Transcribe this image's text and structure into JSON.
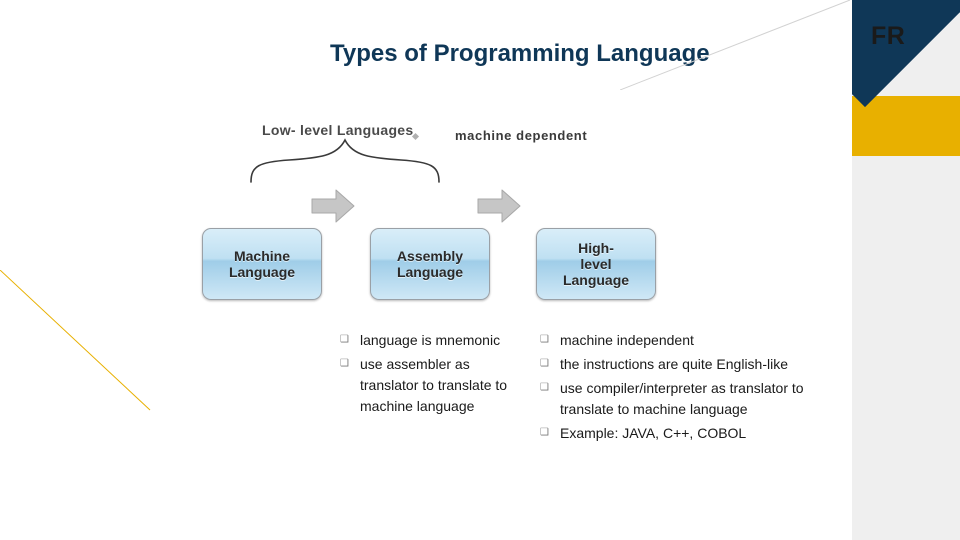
{
  "slide": {
    "title": "Types of Programming Language",
    "brand_label": "FR"
  },
  "diagram": {
    "group_label": "Low- level Languages",
    "group_note": "machine dependent",
    "boxes": [
      {
        "name": "machine-language",
        "label": "Machine\nLanguage"
      },
      {
        "name": "assembly-language",
        "label": "Assembly\nLanguage"
      },
      {
        "name": "high-level-language",
        "label": "High-\nlevel\nLanguage"
      }
    ],
    "arrows": [
      "arrow-right-1",
      "arrow-right-2"
    ]
  },
  "bullets": {
    "left_column": [
      "language is mnemonic",
      "use assembler as translator to translate to machine language"
    ],
    "right_column": [
      "machine independent",
      "the instructions are quite English-like",
      "use compiler/interpreter as translator to translate to machine language",
      "Example: JAVA, C++, COBOL"
    ],
    "marker_glyph": "❑"
  },
  "colors": {
    "navy": "#0f3757",
    "gold": "#e8b000",
    "band_gray": "#efefef",
    "box_blue": "#9fcde8",
    "arrow_gray": "#bfbfbf"
  }
}
